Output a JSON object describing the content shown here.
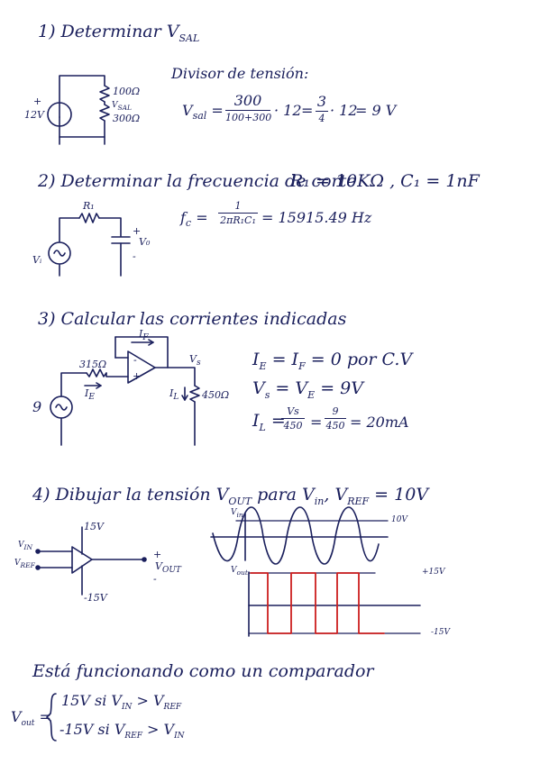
{
  "ink_color": "#1a1f5c",
  "wave_color": "#cc1f1f",
  "s1": {
    "title": "1) Determinar V",
    "title_sub": "SAL",
    "src": "12V",
    "plus": "+",
    "r_top": "100Ω",
    "r_bot": "300Ω",
    "vsal": "V",
    "vsal_sub": "SAL",
    "divider_label": "Divisor de tensión:",
    "eq_lhs": "V",
    "eq_lhs_sub": "sal",
    "eq_eq": "=",
    "frac1_num": "300",
    "frac1_den": "100+300",
    "mult1": "· 12",
    "eq_eq2": "=",
    "frac2_num": "3",
    "frac2_den": "4",
    "mult2": "· 12",
    "result": "= 9 V"
  },
  "s2": {
    "title": "2) Determinar la frecuencia de corte",
    "params": "R₁ = 10KΩ ,  C₁ = 1nF",
    "r_label": "R₁",
    "vi": "Vᵢ",
    "vo": "V₀",
    "plus": "+",
    "minus": "-",
    "fc_lhs": "f",
    "fc_sub": "c",
    "fc_eq": "=",
    "fc_num": "1",
    "fc_den": "2πR₁C₁",
    "fc_result": "= 15915.49 Hz"
  },
  "s3": {
    "title": "3) Calcular las corrientes indicadas",
    "r_in": "315Ω",
    "i_f": "I",
    "i_f_sub": "F",
    "i_e": "I",
    "i_e_sub": "E",
    "src_val": "9",
    "vs": "V",
    "vs_sub": "s",
    "i_l": "I",
    "i_l_sub": "L",
    "r_load": "450Ω",
    "minus": "-",
    "plus": "+",
    "eq1": "I",
    "eq1_sub1": "E",
    "eq1_mid": " = I",
    "eq1_sub2": "F",
    "eq1_rest": " = 0  por C.V",
    "eq2": "V",
    "eq2_sub1": "s",
    "eq2_mid": " = V",
    "eq2_sub2": "E",
    "eq2_rest": " = 9V",
    "eq3": "I",
    "eq3_sub": "L",
    "eq3_eq": " =",
    "eq3_num": "Vs",
    "eq3_den": "450",
    "eq3_eq2": "=",
    "eq3_num2": "9",
    "eq3_den2": "450",
    "eq3_result": "= 20mA"
  },
  "s4": {
    "title": "4) Dibujar la tensión V",
    "title_sub1": "OUT",
    "title_mid": " para V",
    "title_sub2": "in",
    "title_mid2": ", V",
    "title_sub3": "REF",
    "title_rest": " = 10V",
    "vin": "V",
    "vin_sub": "IN",
    "vref": "V",
    "vref_sub": "REF",
    "vpos": "15V",
    "vneg": "-15V",
    "vout": "V",
    "vout_sub": "OUT",
    "plus": "+",
    "minus": "-",
    "graph_vin": "V",
    "graph_vin_sub": "in",
    "graph_vout": "V",
    "graph_vout_sub": "out",
    "lvl_10": "10V",
    "lvl_p15": "+15V",
    "lvl_m15": "-15V"
  },
  "conclusion": {
    "text": "Está funcionando como un comparador",
    "lhs": "V",
    "lhs_sub": "out",
    "lhs_eq": " =",
    "case1": "15V   si  V",
    "case1_sub1": "IN",
    "case1_mid": " > V",
    "case1_sub2": "REF",
    "case2": "-15V   si  V",
    "case2_sub1": "REF",
    "case2_mid": " > V",
    "case2_sub2": "IN"
  }
}
